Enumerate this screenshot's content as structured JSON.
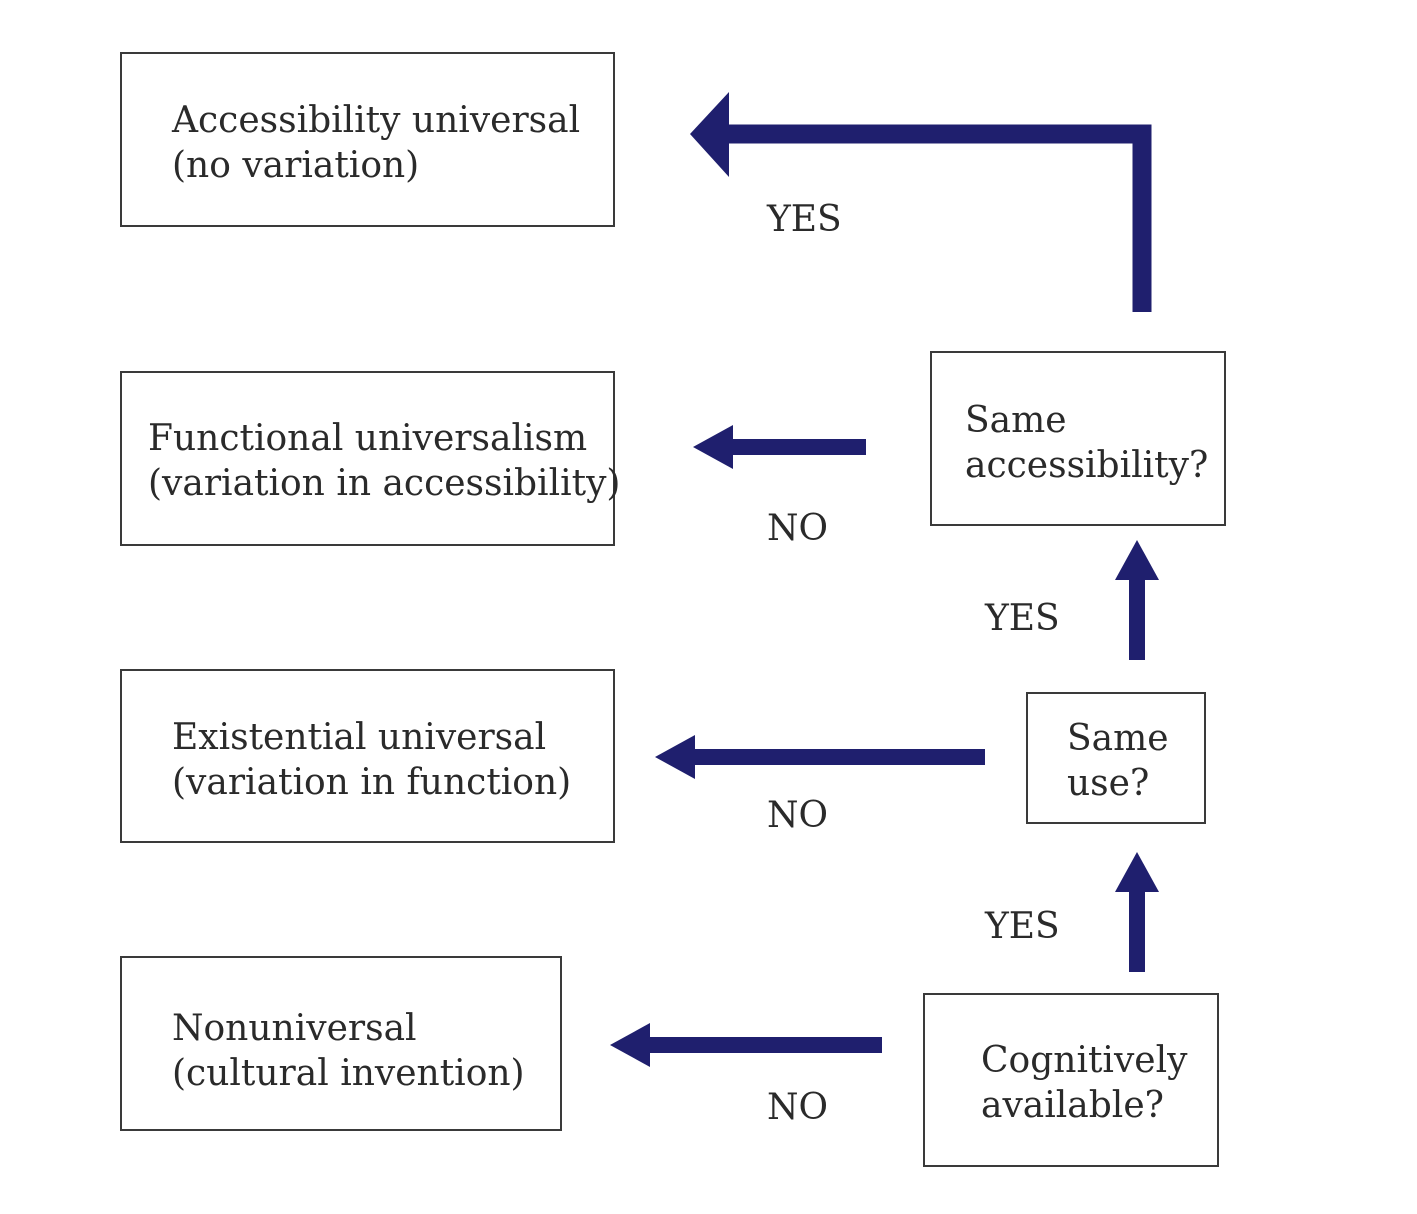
{
  "colors": {
    "arrow": "#1f1f6e",
    "border": "#3a3a3a",
    "text": "#2a2a2a"
  },
  "outcomes": {
    "accessibility_universal": {
      "line1": "Accessibility universal",
      "line2": "(no variation)"
    },
    "functional_universalism": {
      "line1": "Functional universalism",
      "line2": "(variation in accessibility)"
    },
    "existential_universal": {
      "line1": "Existential universal",
      "line2": "(variation in function)"
    },
    "nonuniversal": {
      "line1": "Nonuniversal",
      "line2": "(cultural invention)"
    }
  },
  "questions": {
    "same_accessibility": {
      "line1": "Same",
      "line2": "accessibility?"
    },
    "same_use": {
      "line1": "Same",
      "line2": "use?"
    },
    "cognitively_available": {
      "line1": "Cognitively",
      "line2": "available?"
    }
  },
  "edges": {
    "accessibility_yes": "YES",
    "accessibility_no": "NO",
    "use_yes": "YES",
    "use_no": "NO",
    "cognitive_yes": "YES",
    "cognitive_no": "NO"
  }
}
